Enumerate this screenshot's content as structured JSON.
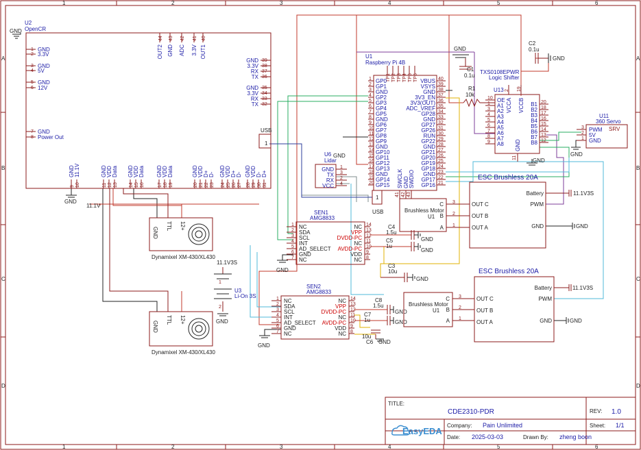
{
  "frame": {
    "cols": [
      "1",
      "2",
      "3",
      "4",
      "5",
      "6"
    ],
    "rows": [
      "A",
      "B",
      "C",
      "D"
    ]
  },
  "u2": {
    "ref": "U2",
    "name": "OpenCR",
    "left_pins": [
      {
        "num": "1",
        "label": "GND"
      },
      {
        "num": "2",
        "label": "3.3V"
      },
      {
        "num": "3",
        "label": "GND"
      },
      {
        "num": "4",
        "label": "5V"
      },
      {
        "num": "5",
        "label": "GND"
      },
      {
        "num": "6",
        "label": "12V"
      },
      {
        "num": "7",
        "label": "GND"
      },
      {
        "num": "8",
        "label": "Power Out"
      }
    ],
    "top_pins": [
      {
        "num": "44",
        "label": "OUT2"
      },
      {
        "num": "43",
        "label": "GND"
      },
      {
        "num": "42",
        "label": "ADC"
      },
      {
        "num": "41",
        "label": "3.3V"
      },
      {
        "num": "40",
        "label": "OUT1"
      }
    ],
    "right_pins": [
      {
        "num": "39",
        "label": "GND"
      },
      {
        "num": "38",
        "label": "3.3V"
      },
      {
        "num": "37",
        "label": "RX"
      },
      {
        "num": "36",
        "label": "TX"
      },
      {
        "num": "35",
        "label": "GND"
      },
      {
        "num": "34",
        "label": "3.3V"
      },
      {
        "num": "33",
        "label": "RX"
      },
      {
        "num": "32",
        "label": "TX"
      }
    ],
    "usb_label": "USB",
    "usb_pin": "1",
    "bottom_pins": [
      {
        "num": "9",
        "label": "GND"
      },
      {
        "num": "10",
        "label": "11.1V"
      },
      {
        "num": "11",
        "label": "GND"
      },
      {
        "num": "12",
        "label": "VDD"
      },
      {
        "num": "13",
        "label": "Data"
      },
      {
        "num": "14",
        "label": "GND"
      },
      {
        "num": "15",
        "label": "VDD"
      },
      {
        "num": "16",
        "label": "Data"
      },
      {
        "num": "17",
        "label": "GND"
      },
      {
        "num": "18",
        "label": "VDD"
      },
      {
        "num": "19",
        "label": "Data"
      },
      {
        "num": "20",
        "label": "GND"
      },
      {
        "num": "21",
        "label": "VDD"
      },
      {
        "num": "22",
        "label": "D+"
      },
      {
        "num": "23",
        "label": "D-"
      },
      {
        "num": "24",
        "label": "GND"
      },
      {
        "num": "25",
        "label": "VDD"
      },
      {
        "num": "26",
        "label": "D+"
      },
      {
        "num": "27",
        "label": "D-"
      },
      {
        "num": "28",
        "label": "GND"
      },
      {
        "num": "29",
        "label": "VDD"
      },
      {
        "num": "30",
        "label": "D-"
      },
      {
        "num": "31",
        "label": "D+"
      }
    ]
  },
  "u1": {
    "ref": "U1",
    "name": "Raspberry Pi 4B",
    "tp_labels": [
      "TP1",
      "TP2",
      "TP3",
      "TP4",
      "TP5",
      "TP6"
    ],
    "left_pins": [
      {
        "num": "1",
        "label": "GP0"
      },
      {
        "num": "2",
        "label": "GP1"
      },
      {
        "num": "3",
        "label": "GND"
      },
      {
        "num": "4",
        "label": "GP2"
      },
      {
        "num": "5",
        "label": "GP3"
      },
      {
        "num": "6",
        "label": "GP4"
      },
      {
        "num": "7",
        "label": "GP5"
      },
      {
        "num": "8",
        "label": "GND"
      },
      {
        "num": "9",
        "label": "GP6"
      },
      {
        "num": "10",
        "label": "GP7"
      },
      {
        "num": "11",
        "label": "GP8"
      },
      {
        "num": "12",
        "label": "GP9"
      },
      {
        "num": "13",
        "label": "GND"
      },
      {
        "num": "14",
        "label": "GP10"
      },
      {
        "num": "15",
        "label": "GP11"
      },
      {
        "num": "16",
        "label": "GP12"
      },
      {
        "num": "17",
        "label": "GP13"
      },
      {
        "num": "18",
        "label": "GND"
      },
      {
        "num": "19",
        "label": "GP14"
      },
      {
        "num": "20",
        "label": "GP15"
      }
    ],
    "right_pins": [
      {
        "num": "40",
        "label": "VBUS"
      },
      {
        "num": "39",
        "label": "VSYS"
      },
      {
        "num": "38",
        "label": "GND"
      },
      {
        "num": "37",
        "label": "3V3_EN"
      },
      {
        "num": "36",
        "label": "3V3(OUT)"
      },
      {
        "num": "35",
        "label": "ADC_VREF"
      },
      {
        "num": "34",
        "label": "GP28"
      },
      {
        "num": "33",
        "label": "GND"
      },
      {
        "num": "32",
        "label": "GP27"
      },
      {
        "num": "31",
        "label": "GP26"
      },
      {
        "num": "30",
        "label": "RUN"
      },
      {
        "num": "29",
        "label": "GP22"
      },
      {
        "num": "28",
        "label": "GND"
      },
      {
        "num": "27",
        "label": "GP21"
      },
      {
        "num": "26",
        "label": "GP20"
      },
      {
        "num": "25",
        "label": "GP19"
      },
      {
        "num": "24",
        "label": "GP18"
      },
      {
        "num": "23",
        "label": "GND"
      },
      {
        "num": "22",
        "label": "GP17"
      },
      {
        "num": "21",
        "label": "GP16"
      }
    ],
    "bottom_labels": [
      "SWCLK",
      "GND",
      "SWDIO"
    ],
    "bottom_nums": [
      "41",
      "42",
      "43"
    ],
    "usb_label": "USB",
    "usb_pin": "1"
  },
  "u6": {
    "ref": "U6",
    "name": "Lidar",
    "pins": [
      {
        "num": "1",
        "label": "GND"
      },
      {
        "num": "3",
        "label": "TX"
      },
      {
        "num": "2",
        "label": "RX"
      },
      {
        "num": "4",
        "label": "VCC"
      }
    ]
  },
  "c1": {
    "ref": "C1",
    "value": "0.1u"
  },
  "c2": {
    "ref": "C2",
    "value": "0.1u"
  },
  "r1": {
    "ref": "R1",
    "value": "10k"
  },
  "u13": {
    "ref": "U13",
    "name": "TXS0108EPWR",
    "subtitle": "Logic Shifter",
    "left_pins": [
      {
        "num": "10",
        "label": "OE"
      },
      {
        "num": "1",
        "label": "A1"
      },
      {
        "num": "3",
        "label": "A2"
      },
      {
        "num": "4",
        "label": "A3"
      },
      {
        "num": "5",
        "label": "A4"
      },
      {
        "num": "6",
        "label": "A5"
      },
      {
        "num": "7",
        "label": "A6"
      },
      {
        "num": "8",
        "label": "A7"
      },
      {
        "num": "9",
        "label": "A8"
      }
    ],
    "top_pins": [
      {
        "num": "2",
        "label": "VCCA"
      },
      {
        "num": "19",
        "label": "VCCB"
      }
    ],
    "right_pins": [
      {
        "num": "20",
        "label": "B1"
      },
      {
        "num": "18",
        "label": "B2"
      },
      {
        "num": "17",
        "label": "B3"
      },
      {
        "num": "16",
        "label": "B4"
      },
      {
        "num": "15",
        "label": "B5"
      },
      {
        "num": "14",
        "label": "B6"
      },
      {
        "num": "13",
        "label": "B7"
      },
      {
        "num": "12",
        "label": "B8"
      }
    ],
    "bottom_pin": {
      "num": "11",
      "label": "GND"
    }
  },
  "u11": {
    "ref": "U11",
    "name": "360 Servo",
    "chip": "SRV",
    "pins": [
      {
        "num": "3",
        "label": "PWM"
      },
      {
        "num": "2",
        "label": "5V"
      },
      {
        "num": "1",
        "label": "GND"
      }
    ]
  },
  "sen1": {
    "ref": "SEN1",
    "name": "AMG8833",
    "left_pins": [
      {
        "num": "1",
        "label": "NC"
      },
      {
        "num": "2",
        "label": "SDA"
      },
      {
        "num": "3",
        "label": "SCL"
      },
      {
        "num": "4",
        "label": "INT"
      },
      {
        "num": "5",
        "label": "AD_SELECT"
      },
      {
        "num": "6",
        "label": "GND"
      },
      {
        "num": "7",
        "label": "NC"
      }
    ],
    "right_pins": [
      {
        "num": "14",
        "label": "NC"
      },
      {
        "num": "13",
        "label": "VPP"
      },
      {
        "num": "12",
        "label": "DVDD-PC"
      },
      {
        "num": "11",
        "label": "NC"
      },
      {
        "num": "10",
        "label": "AVDD-PC"
      },
      {
        "num": "9",
        "label": "VDD"
      },
      {
        "num": "8",
        "label": "NC"
      }
    ]
  },
  "sen2": {
    "ref": "SEN2",
    "name": "AMG8833",
    "left_pins": [
      {
        "num": "1",
        "label": "NC"
      },
      {
        "num": "2",
        "label": "SDA"
      },
      {
        "num": "3",
        "label": "SCL"
      },
      {
        "num": "4",
        "label": "INT"
      },
      {
        "num": "5",
        "label": "AD_SELECT"
      },
      {
        "num": "6",
        "label": "GND"
      },
      {
        "num": "7",
        "label": "NC"
      }
    ],
    "right_pins": [
      {
        "num": "14",
        "label": "NC"
      },
      {
        "num": "13",
        "label": "VPP"
      },
      {
        "num": "12",
        "label": "DVDD-PC"
      },
      {
        "num": "11",
        "label": "NC"
      },
      {
        "num": "10",
        "label": "AVDD-PC"
      },
      {
        "num": "9",
        "label": "VDD"
      },
      {
        "num": "8",
        "label": "NC"
      }
    ]
  },
  "c4": {
    "ref": "C4",
    "value": "1.5u"
  },
  "c5": {
    "ref": "C5",
    "value": "1u"
  },
  "c3": {
    "ref": "C3",
    "value": "10u"
  },
  "c8": {
    "ref": "C8",
    "value": "1.5u"
  },
  "c7": {
    "ref": "C7",
    "value": "1u"
  },
  "c6": {
    "ref": "C6",
    "value": "10u"
  },
  "motor1": {
    "ref": "U1",
    "name": "Brushless Motor",
    "pins": [
      {
        "num": "3",
        "label": "C"
      },
      {
        "num": "2",
        "label": "B"
      },
      {
        "num": "1",
        "label": "A"
      }
    ]
  },
  "motor2": {
    "ref": "U1",
    "name": "Brushless Motor",
    "pins": [
      {
        "num": "3",
        "label": "C"
      },
      {
        "num": "2",
        "label": "B"
      },
      {
        "num": "1",
        "label": "A"
      }
    ]
  },
  "esc1": {
    "name": "ESC Brushless 20A",
    "left": [
      "OUT C",
      "OUT B",
      "OUT A"
    ],
    "right": [
      "Battery",
      "PWM",
      "GND"
    ],
    "battery_net": "11.1V3S"
  },
  "esc2": {
    "name": "ESC Brushless 20A",
    "left": [
      "OUT C",
      "OUT B",
      "OUT A"
    ],
    "right": [
      "Battery",
      "PWM",
      "GND"
    ],
    "battery_net": "11.1V3S"
  },
  "dyn1": {
    "name": "Dynamixel XM-430/XL430",
    "pins": [
      "GND",
      "TTL",
      "12+"
    ]
  },
  "dyn2": {
    "name": "Dynamixel XM-430/XL430",
    "pins": [
      "GND",
      "TTL",
      "12+"
    ]
  },
  "u3": {
    "ref": "U3",
    "name": "Li-On 3S",
    "net": "11.1V3S",
    "pins": [
      "1",
      "2"
    ]
  },
  "nets": {
    "gnd": "GND",
    "v111": "11.1V"
  },
  "title_block": {
    "title_label": "TITLE:",
    "title": "CDE2310-PDR",
    "rev_label": "REV:",
    "rev": "1.0",
    "logo": "EasyEDA",
    "company_label": "Company:",
    "company": "Pain Unlimited",
    "sheet_label": "Sheet:",
    "sheet": "1/1",
    "date_label": "Date:",
    "date": "2025-03-03",
    "drawn_label": "Drawn By:",
    "drawn": "zheng boon"
  }
}
